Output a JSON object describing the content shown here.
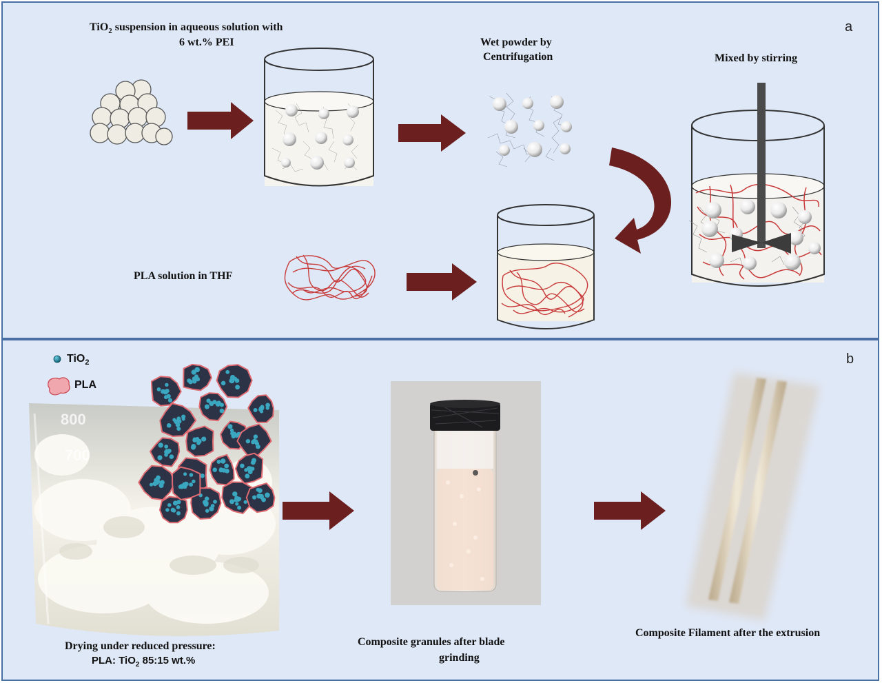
{
  "panel_a": {
    "letter": "a",
    "tio2_suspension_line1_pre": "TiO",
    "tio2_suspension_line1_sub": "2",
    "tio2_suspension_line1_post": " suspension in aqueous solution with",
    "tio2_suspension_line2": "6 wt.% PEI",
    "wet_powder_line1": "Wet powder  by",
    "wet_powder_line2": "Centrifugation",
    "mixed_label": "Mixed by stirring",
    "pla_solution_label": "PLA solution in THF"
  },
  "panel_b": {
    "letter": "b",
    "legend_tio2_pre": "TiO",
    "legend_tio2_sub": "2",
    "legend_pla": "PLA",
    "graduation_800": "800",
    "graduation_700": "700",
    "drying_line1": "Drying under reduced pressure:",
    "drying_line2_pre": "PLA: TiO",
    "drying_line2_sub": "2",
    "drying_line2_post": " 85:15 wt.%",
    "granules_line1": "Composite granules after blade",
    "granules_line2": "grinding",
    "filament_label": "Composite Filament after the extrusion"
  },
  "colors": {
    "panel_bg": "#dfe8f7",
    "arrow": "#6b1f1f",
    "border": "#4a6fa5",
    "pla_red": "#c83a3a"
  }
}
